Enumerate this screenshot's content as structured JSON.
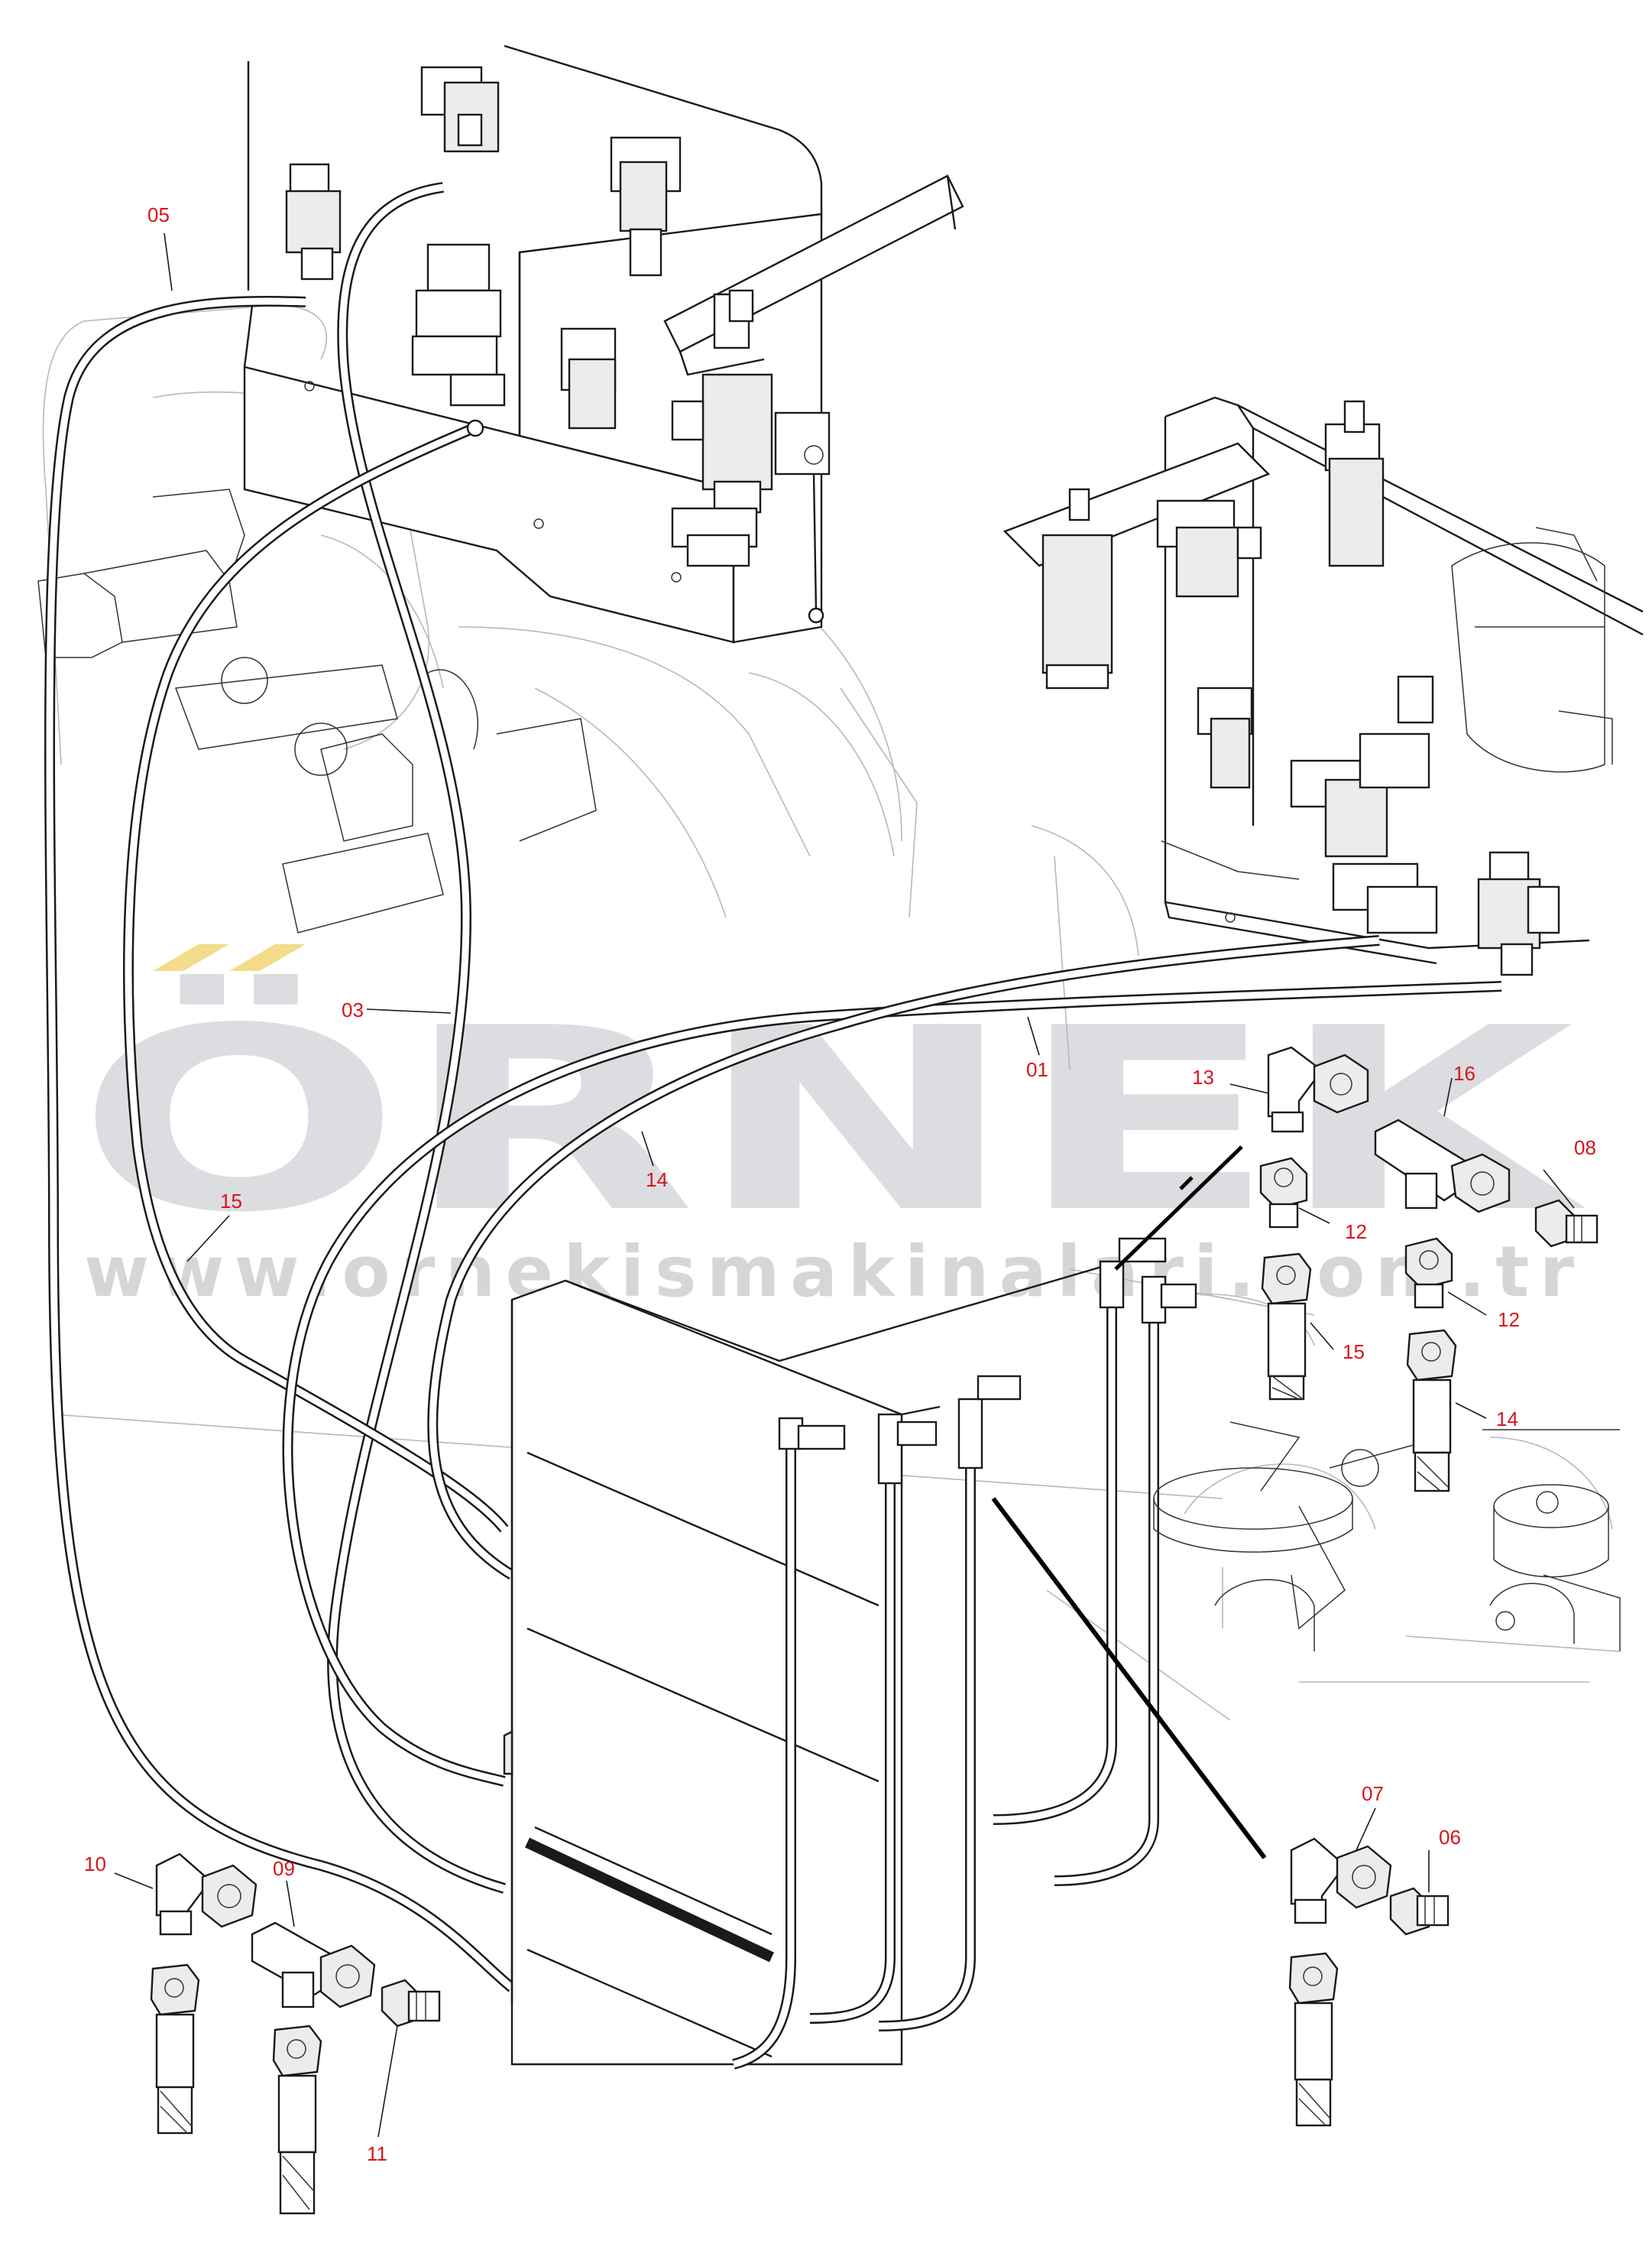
{
  "watermark": {
    "brand": "ÖRNEK",
    "url": "www.ornekismakinalari.com.tr",
    "brand_color": "#dcdde0",
    "url_color": "#d6d6d8",
    "accent_color": "#f3dc8a"
  },
  "callout_color": "#d8141c",
  "callouts": {
    "c05": "05",
    "c03": "03",
    "c01": "01",
    "c13": "13",
    "c16": "16",
    "c08": "08",
    "c14a": "14",
    "c15a": "15",
    "c12a": "12",
    "c15b": "15",
    "c12b": "12",
    "c14b": "14",
    "c07": "07",
    "c06": "06",
    "c10": "10",
    "c09": "09",
    "c11": "11"
  }
}
